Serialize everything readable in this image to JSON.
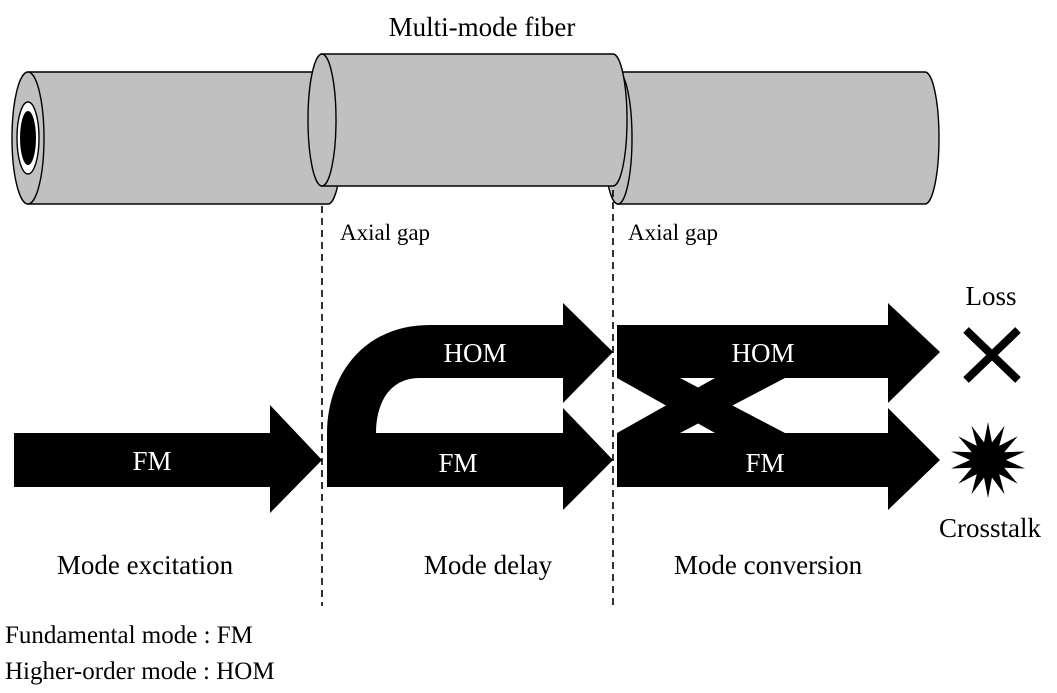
{
  "title": "Multi-mode fiber",
  "gap_labels": [
    "Axial gap",
    "Axial gap"
  ],
  "arrows": {
    "excitation_fm": "FM",
    "delay_hom": "HOM",
    "delay_fm": "FM",
    "conversion_hom": "HOM",
    "conversion_fm": "FM"
  },
  "outcomes": {
    "loss": "Loss",
    "crosstalk": "Crosstalk"
  },
  "sections": [
    "Mode excitation",
    "Mode delay",
    "Mode conversion"
  ],
  "legend": [
    "Fundamental mode : FM",
    "Higher-order mode : HOM"
  ],
  "colors": {
    "fiber_fill": "#c0c0c0",
    "arrow_fill": "#000000",
    "background": "#ffffff"
  }
}
